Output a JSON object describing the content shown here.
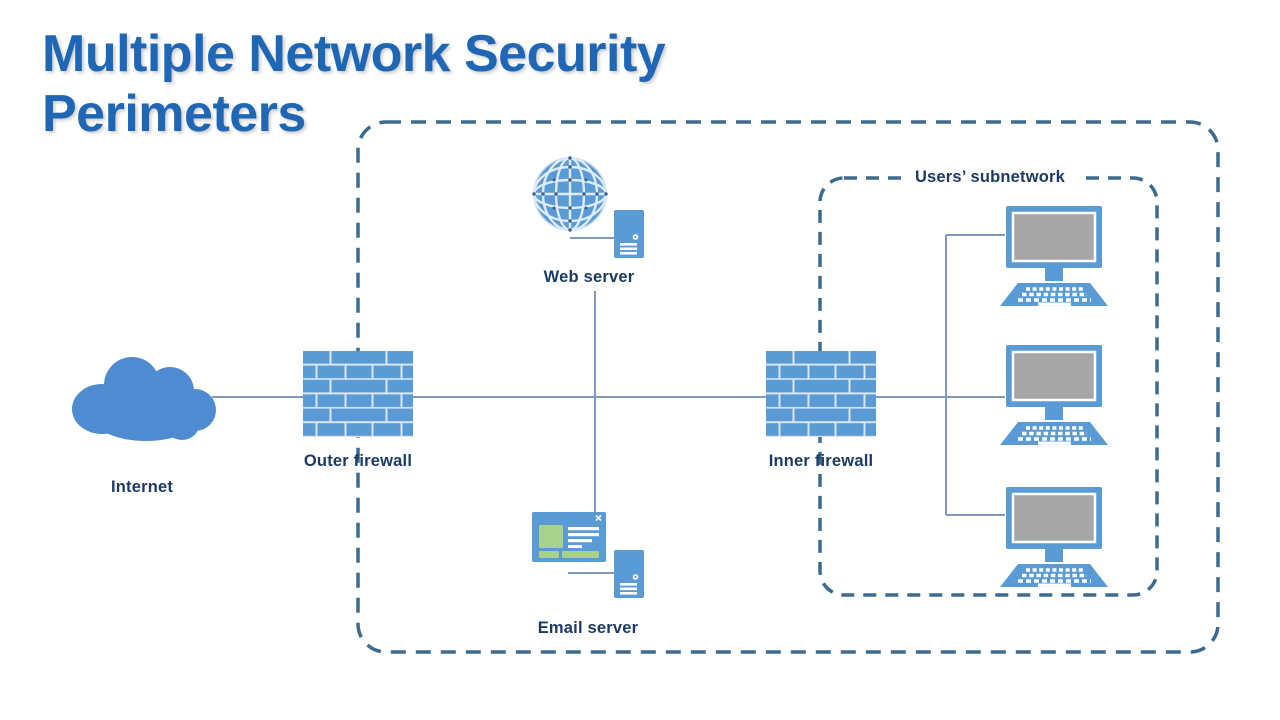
{
  "title": "Multiple Network Security Perimeters",
  "colors": {
    "accent_blue": "#5B9BD5",
    "cloud_blue": "#4F8BD0",
    "dash_border": "#3C6B90",
    "connector_line": "#7E9BBF",
    "title_text": "#1F67B5",
    "label_text": "#1C3A63",
    "screen_gray": "#A6A6A6",
    "email_green": "#A9D18E",
    "background": "#FFFFFF"
  },
  "diagram": {
    "users_subnetwork": {
      "label": "Users’ subnetwork"
    },
    "nodes": {
      "internet": {
        "label": "Internet",
        "icon": "cloud-icon"
      },
      "outer_firewall": {
        "label": "Outer firewall",
        "icon": "brick-wall-icon"
      },
      "web_server": {
        "label": "Web server",
        "icons": [
          "globe-icon",
          "server-tower-icon"
        ]
      },
      "email_server": {
        "label": "Email server",
        "icons": [
          "email-window-icon",
          "server-tower-icon"
        ]
      },
      "inner_firewall": {
        "label": "Inner firewall",
        "icon": "brick-wall-icon"
      },
      "workstations": {
        "icon": "desktop-computer-icon",
        "count": 3
      }
    },
    "edges": [
      "internet - outer-firewall",
      "outer-firewall - inner-firewall trunk line",
      "trunk - web-server branch (up)",
      "trunk - email-server branch (down)",
      "inner-firewall - workstation bus",
      "bus - workstation-1",
      "bus - workstation-2",
      "bus - workstation-3"
    ]
  }
}
